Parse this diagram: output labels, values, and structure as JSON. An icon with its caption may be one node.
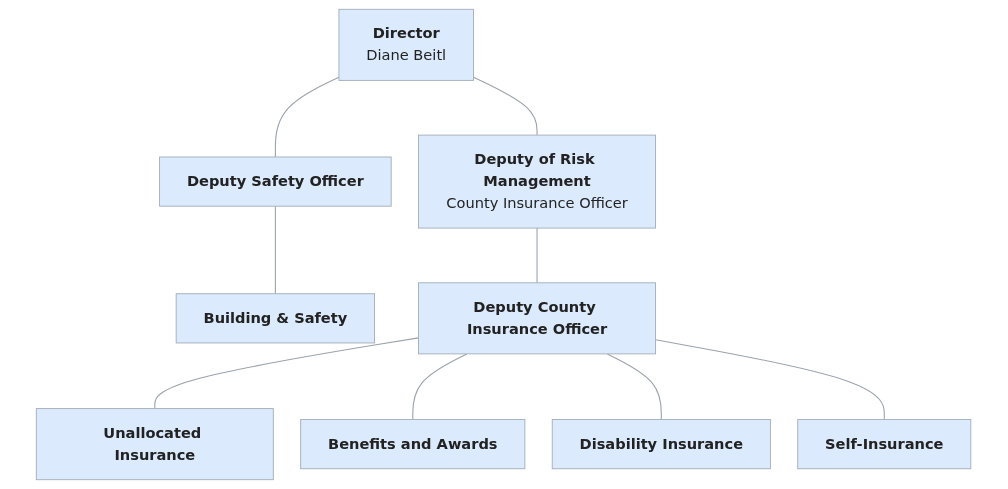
{
  "diagram": {
    "nodes": [
      {
        "text": [
          "Director",
          "Diane Beitl"
        ]
      },
      {
        "text": [
          "Deputy Safety Officer"
        ]
      },
      {
        "text": [
          "Deputy of Risk Management",
          "County Insurance Officer"
        ]
      },
      {
        "text": [
          "Building & Safety"
        ]
      },
      {
        "text": [
          "Deputy County Insurance Officer"
        ]
      },
      {
        "text": [
          "Unallocated Insurance"
        ]
      },
      {
        "text": [
          "Benefits and Awards"
        ]
      },
      {
        "text": [
          "Disability Insurance"
        ]
      },
      {
        "text": [
          "Self-Insurance"
        ]
      }
    ],
    "edges": [
      {
        "from": 0,
        "to": 1,
        "arrow": "none"
      },
      {
        "from": 0,
        "to": 2,
        "arrow": "none"
      },
      {
        "from": 1,
        "to": 3,
        "arrow": "none"
      },
      {
        "from": 2,
        "to": 4,
        "arrow": "none"
      },
      {
        "from": 4,
        "to": 5,
        "arrow": "none"
      },
      {
        "from": 4,
        "to": 6,
        "arrow": "none"
      },
      {
        "from": 4,
        "to": 7,
        "arrow": "none"
      },
      {
        "from": 4,
        "to": 8,
        "arrow": "none"
      }
    ]
  }
}
